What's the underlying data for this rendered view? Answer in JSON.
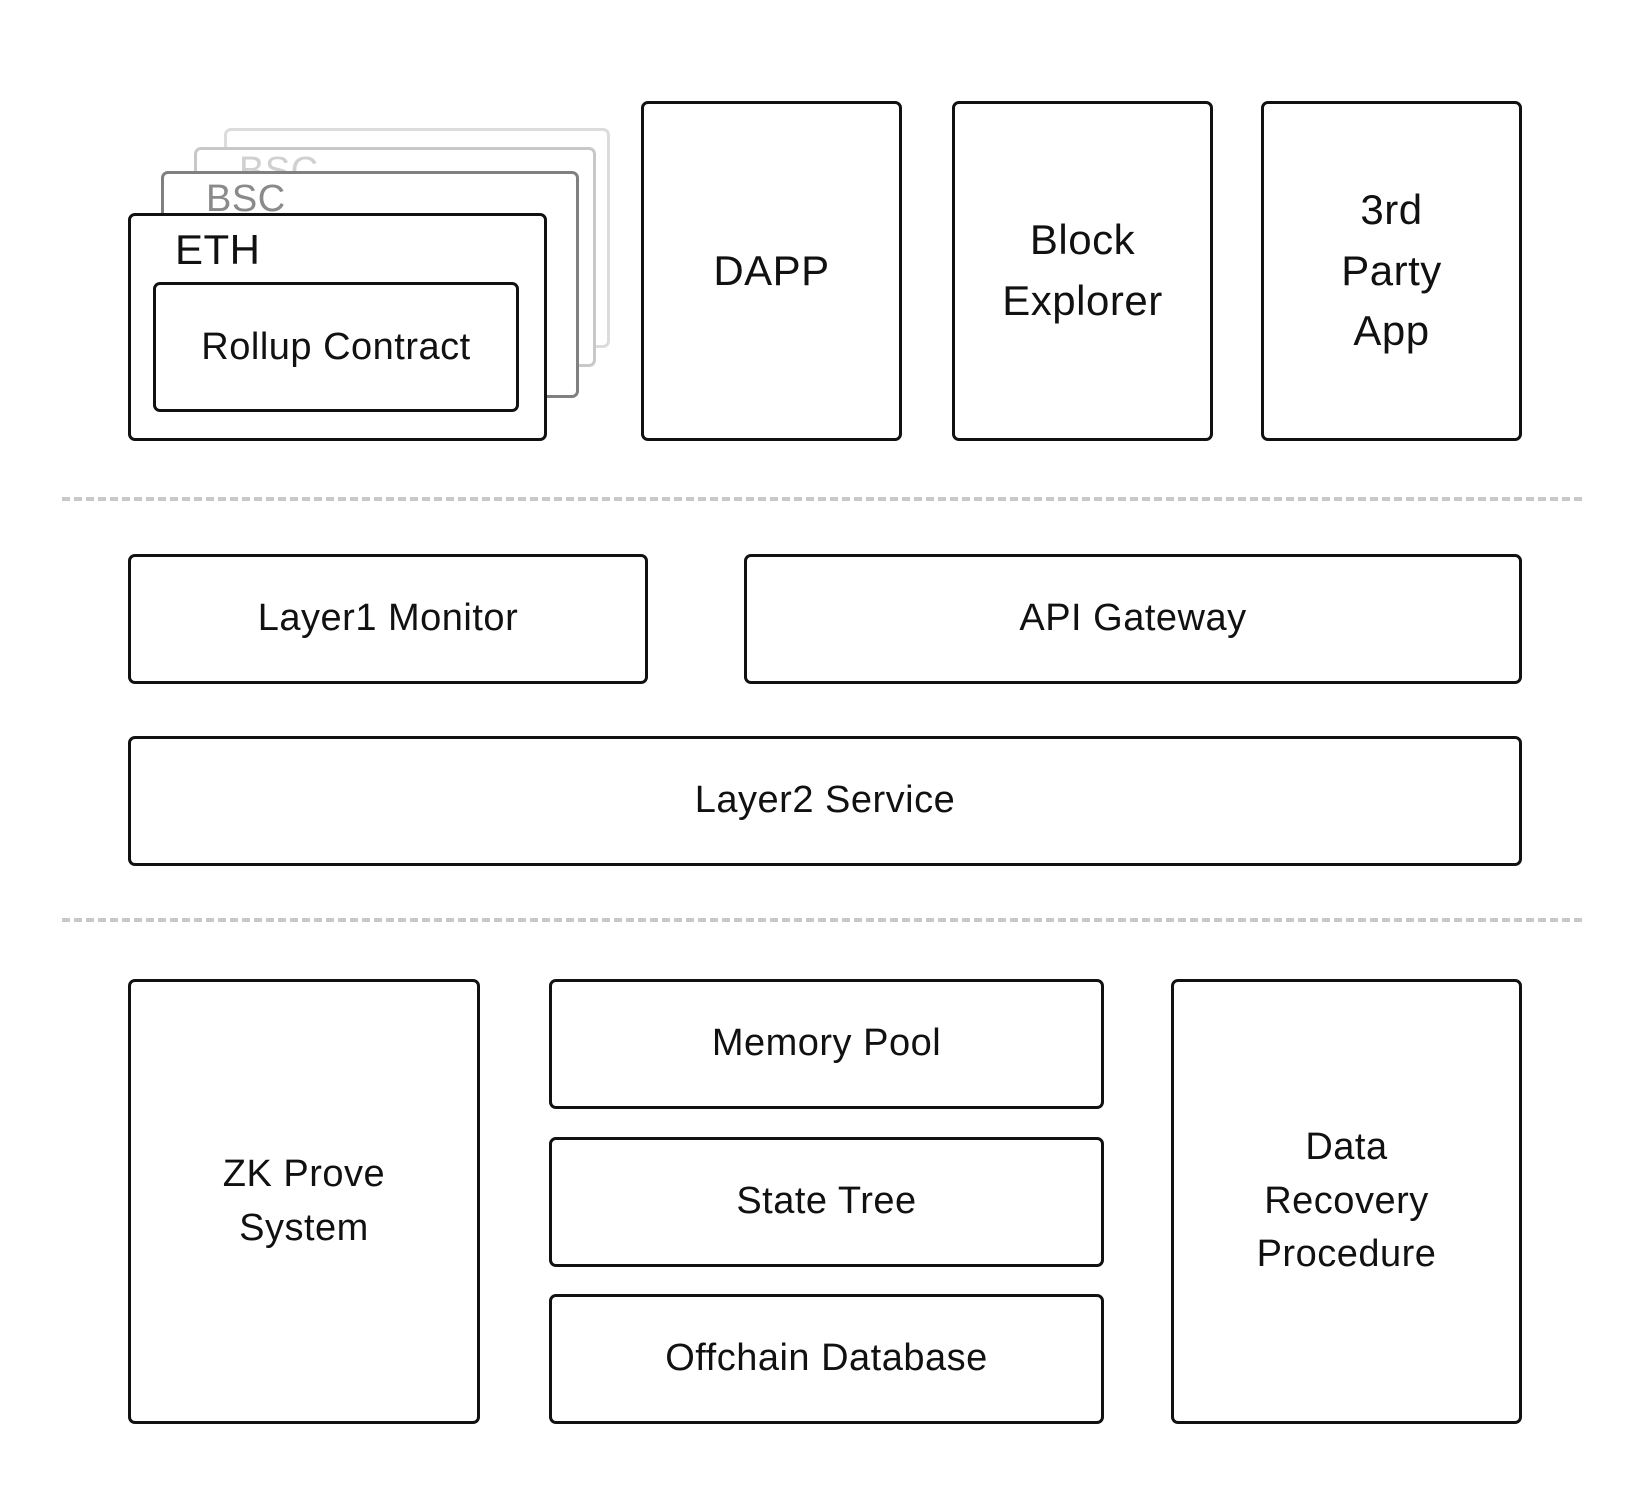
{
  "top_row": {
    "chains": {
      "back_chain_label": "BSC",
      "middle_chain_label": "BSC",
      "front_chain_label": "ETH",
      "rollup_contract": "Rollup Contract"
    },
    "dapp": "DAPP",
    "block_explorer": [
      "Block",
      "Explorer"
    ],
    "third_party_app": [
      "3rd",
      "Party",
      "App"
    ]
  },
  "middle_row": {
    "layer1_monitor": "Layer1 Monitor",
    "api_gateway": "API Gateway",
    "layer2_service": "Layer2 Service"
  },
  "bottom_row": {
    "zk_prove_system": [
      "ZK Prove",
      "System"
    ],
    "memory_pool": "Memory Pool",
    "state_tree": "State Tree",
    "offchain_database": "Offchain Database",
    "data_recovery_procedure": [
      "Data",
      "Recovery",
      "Procedure"
    ]
  },
  "colors": {
    "stroke": "#111111",
    "ghost_far": "#dcdcdc",
    "ghost_mid": "#c8c8c8",
    "ghost_near": "#808080",
    "divider": "#c8c8c8"
  }
}
